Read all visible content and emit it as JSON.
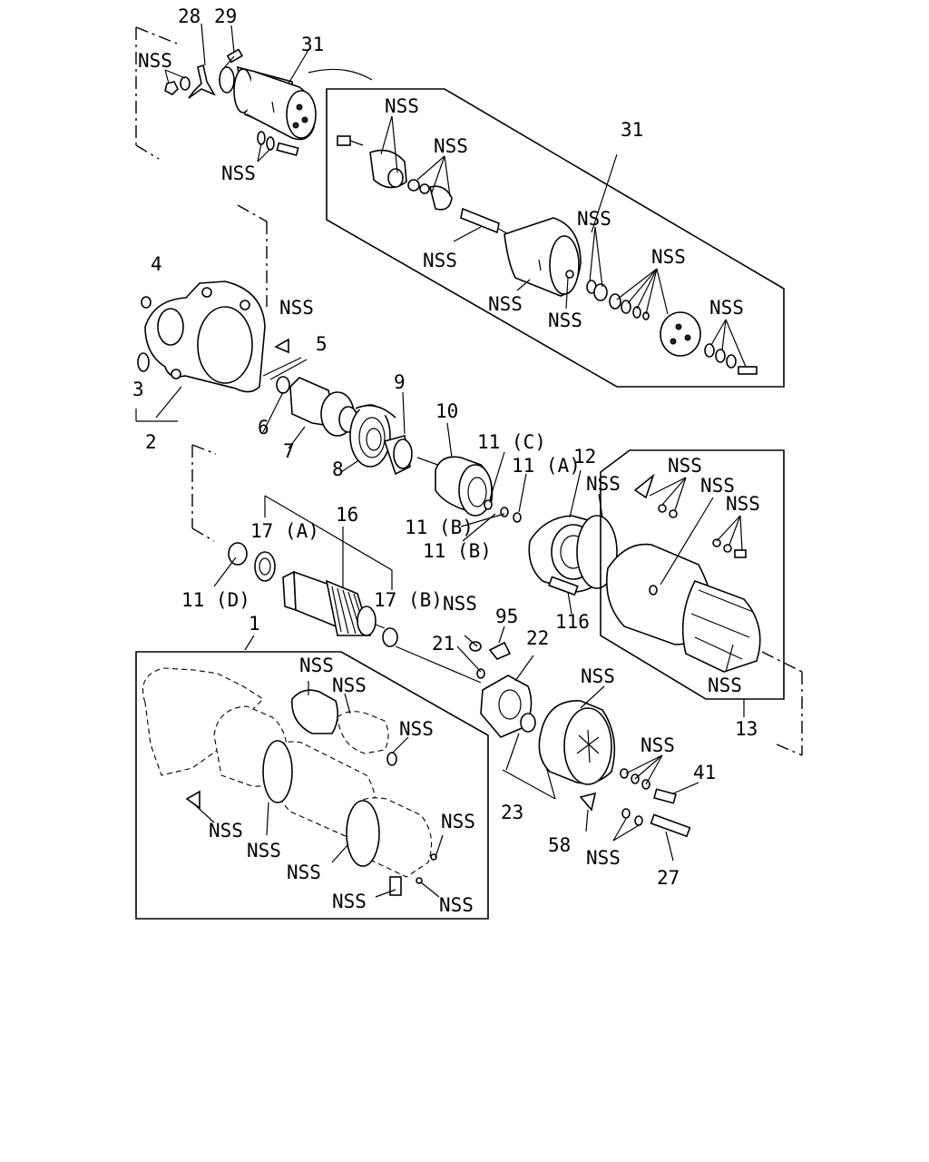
{
  "labels": {
    "p28": "28",
    "p29": "29",
    "p31a": "31",
    "nss_tl": "NSS",
    "nss_t2": "NSS",
    "p31b": "31",
    "nss_k1": "NSS",
    "nss_k2": "NSS",
    "nss_k3": "NSS",
    "nss_k4": "NSS",
    "nss_k5": "NSS",
    "nss_k6": "NSS",
    "nss_k7": "NSS",
    "nss_k8": "NSS",
    "p4": "4",
    "nss_m1": "NSS",
    "p5": "5",
    "p3": "3",
    "p2": "2",
    "p6": "6",
    "p7": "7",
    "p8": "8",
    "p9": "9",
    "p10": "10",
    "p11c": "11 (C)",
    "p11a": "11 (A)",
    "p12": "12",
    "p11b1": "11 (B)",
    "p11b2": "11 (B)",
    "nss_r1": "NSS",
    "nss_r2": "NSS",
    "nss_r3": "NSS",
    "nss_r4": "NSS",
    "p13": "13",
    "p16": "16",
    "p17a": "17 (A)",
    "p17b": "17 (B)",
    "p11d": "11 (D)",
    "nss_c1": "NSS",
    "p95": "95",
    "p21": "21",
    "p22": "22",
    "p116": "116",
    "p1": "1",
    "nss_b1": "NSS",
    "nss_b2": "NSS",
    "nss_b3": "NSS",
    "nss_b4": "NSS",
    "nss_b5": "NSS",
    "nss_b6": "NSS",
    "nss_b7": "NSS",
    "nss_b8": "NSS",
    "nss_c2": "NSS",
    "nss_c3": "NSS",
    "p41": "41",
    "p23": "23",
    "p58": "58",
    "nss_c4": "NSS",
    "p27": "27"
  },
  "icons": [
    "solenoid-icon",
    "bolt-icon",
    "nut-icon",
    "washer-icon",
    "housing-icon",
    "armature-icon",
    "yoke-icon",
    "brush-holder-icon",
    "bearing-icon",
    "gear-icon"
  ]
}
